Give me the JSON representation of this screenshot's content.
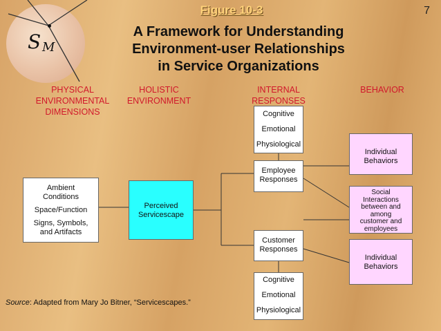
{
  "header": {
    "figure_label": "Figure 10-3",
    "page_number": "7",
    "title": "A Framework for Understanding\nEnvironment-user Relationships\nin Service Organizations"
  },
  "logo": {
    "s": "S",
    "m": "M"
  },
  "columns": {
    "physical": "PHYSICAL\nENVIRONMENTAL\nDIMENSIONS",
    "holistic": "HOLISTIC\nENVIRONMENT",
    "internal": "INTERNAL\nRESPONSES",
    "behavior": "BEHAVIOR"
  },
  "physical_box": {
    "items": [
      "Ambient\nConditions",
      "Space/Function",
      "Signs, Symbols,\nand Artifacts"
    ]
  },
  "perceived": "Perceived\nServicescape",
  "employee_internal": [
    "Cognitive",
    "Emotional",
    "Physiological"
  ],
  "employee_responses": "Employee\nResponses",
  "customer_responses": "Customer\nResponses",
  "customer_internal": [
    "Cognitive",
    "Emotional",
    "Physiological"
  ],
  "behaviors": {
    "employee": "Individual\nBehaviors",
    "social": "Social\nInteractions\nbetween and\namong\ncustomer and\nemployees",
    "customer": "Individual\nBehaviors"
  },
  "source": {
    "label": "Source",
    "text": ": Adapted from Mary Jo Bitner, “Servicescapes.”"
  },
  "colors": {
    "header_red": "#d1182b",
    "perceived_fill": "#29ffff",
    "behavior_fill": "#ffd6ff",
    "figure_label": "#ffd27a"
  }
}
